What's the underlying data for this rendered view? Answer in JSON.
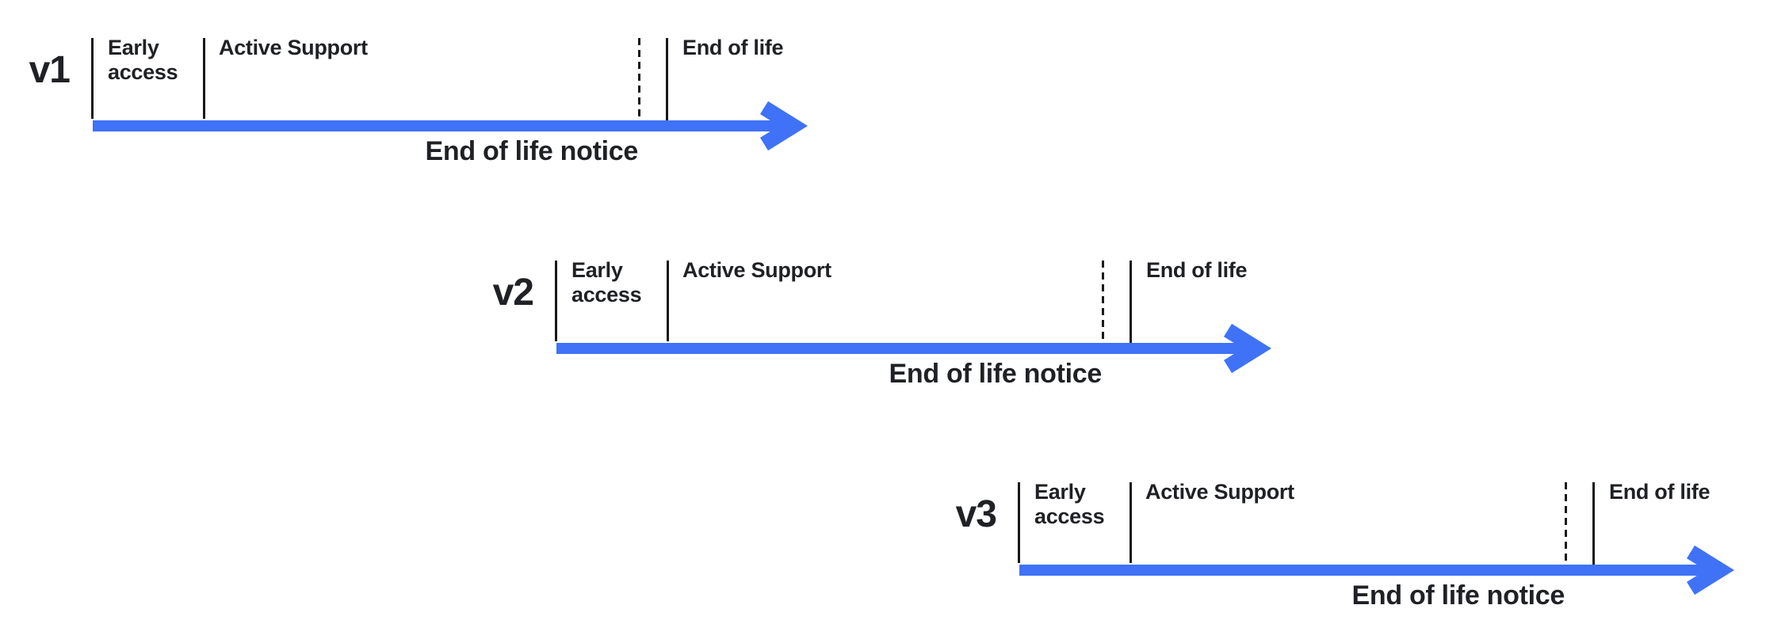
{
  "diagram": {
    "type": "version-lifecycle-timeline",
    "colors": {
      "arrow": "#3F72F7",
      "text": "#1F2125",
      "tick": "#17191C",
      "background": "#FFFFFF"
    },
    "rows": [
      {
        "version": "v1",
        "phase_early": "Early access",
        "phase_active": "Active Support",
        "phase_eol": "End of life",
        "notice": "End of life notice"
      },
      {
        "version": "v2",
        "phase_early": "Early access",
        "phase_active": "Active Support",
        "phase_eol": "End of life",
        "notice": "End of life notice"
      },
      {
        "version": "v3",
        "phase_early": "Early access",
        "phase_active": "Active Support",
        "phase_eol": "End of life",
        "notice": "End of life notice"
      }
    ]
  }
}
